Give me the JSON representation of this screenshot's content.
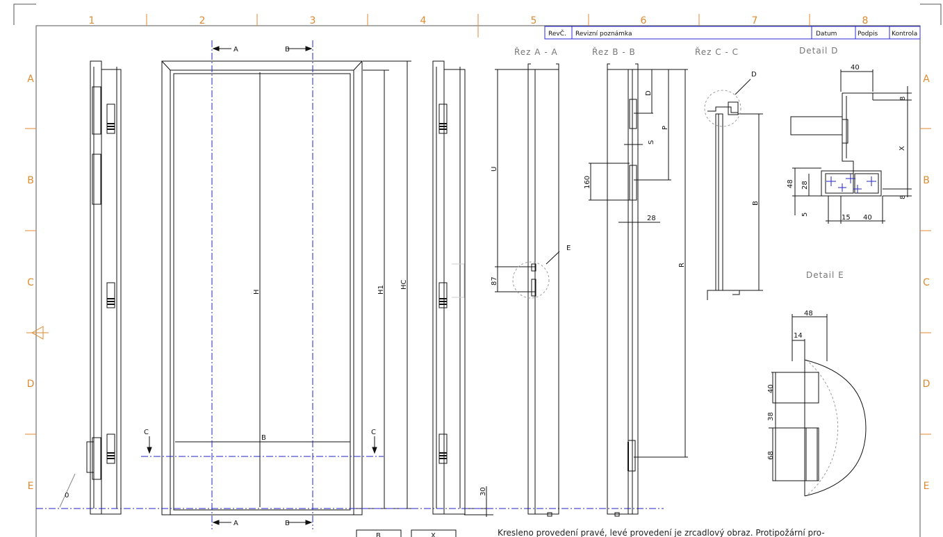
{
  "columns": [
    "1",
    "2",
    "3",
    "4",
    "5",
    "6",
    "7",
    "8"
  ],
  "rows": [
    "A",
    "B",
    "C",
    "D",
    "E"
  ],
  "revision_table": {
    "rev": "RevČ.",
    "note": "Revizní poznámka",
    "date": "Datum",
    "sign": "Podpis",
    "check": "Kontrola"
  },
  "section_titles": {
    "a": "Řez A - A",
    "b": "Řez B - B",
    "c": "Řez C - C",
    "detail_d": "Detail D",
    "detail_e": "Detail E"
  },
  "callouts": {
    "d": "D",
    "e": "E"
  },
  "front_view": {
    "cut_a": "A",
    "cut_b": "B",
    "cut_c": "C",
    "width": "B",
    "height": "H",
    "height1": "H1",
    "height_total": "HC",
    "bottom_gap": "30",
    "angle": "0"
  },
  "section_a": {
    "u": "U",
    "dim_87": "87"
  },
  "section_b": {
    "d": "D",
    "p": "P",
    "s": "S",
    "dim_160": "160",
    "dim_28": "28",
    "r": "R"
  },
  "section_c": {
    "b": "B"
  },
  "detail_d": {
    "d40_top": "40",
    "d8_top": "8",
    "x": "X",
    "d48": "48",
    "d28": "28",
    "d5": "5",
    "d8_bottom": "8",
    "d15": "15",
    "d40_bottom": "40"
  },
  "detail_e": {
    "d48": "48",
    "d14": "14",
    "d40": "40",
    "d38": "38",
    "d68": "68"
  },
  "buttons": {
    "b": "B",
    "x": "X"
  },
  "footnote": "Kresleno provedení pravé, levé provedení je zrcadlový obraz. Protipožární pro-"
}
